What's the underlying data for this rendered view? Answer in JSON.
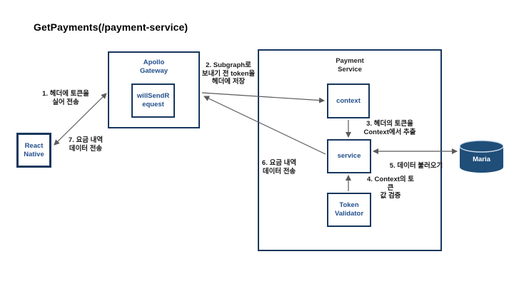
{
  "title": "GetPayments(/payment-service)",
  "nodes": {
    "react_native": {
      "label": "React Native"
    },
    "apollo_gateway": {
      "label": "Apollo Gateway"
    },
    "will_send_request": {
      "label": "willSendRequest"
    },
    "payment_service": {
      "label": "Payment Service"
    },
    "context": {
      "label": "context"
    },
    "service": {
      "label": "service"
    },
    "token_validator": {
      "label": "Token Validator"
    },
    "maria_db": {
      "label": "Maria"
    }
  },
  "steps": {
    "s1": "1. 헤더에 토큰을\n실어 전송",
    "s2": "2. Subgraph로\n보내기 전 token을\n헤더에 저장",
    "s3": "3. 헤더의 토큰을\nContext에서 추출",
    "s4": "4. Context의 토큰\n값 검증",
    "s5": "5. 데이터 불러오기",
    "s6": "6. 요금 내역\n데이터 전송",
    "s7": "7. 요금 내역\n데이터 전송"
  },
  "colors": {
    "box_border": "#17375e",
    "box_text": "#24508c",
    "payment_title_text": "#262626",
    "step_text": "#1a1a1a",
    "arrow": "#5a5a5a",
    "db_fill": "#1f4e79",
    "db_rim": "#cdd9ea",
    "db_text": "#ffffff"
  }
}
